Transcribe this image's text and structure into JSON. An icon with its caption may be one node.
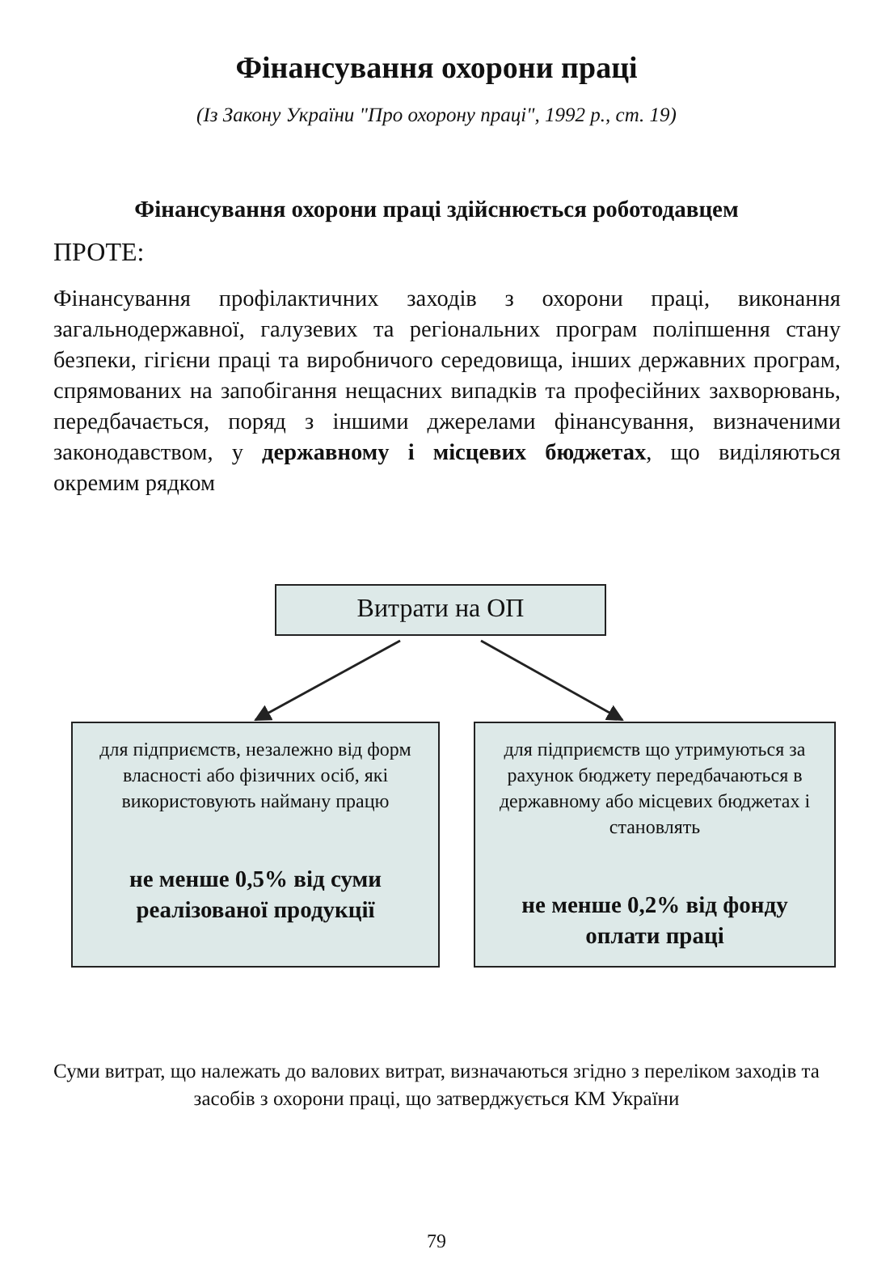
{
  "diagram": {
    "title": "Фінансування охорони праці",
    "nodes": [
      {
        "text": [
          "Витрати на ОП"
        ]
      },
      {
        "text": [
          "для підприємств, незалежно від форм власності або фізичних осіб, які використовують найману працю",
          "не менше 0,5% від суми реалізованої продукції"
        ]
      },
      {
        "text": [
          "для підприємств що утримуються за рахунок бюджету передбачаються в державному або місцевих бюджетах і становлять",
          "не менше 0,2% від фонду оплати праці"
        ]
      }
    ],
    "edges": [
      {
        "from": 0,
        "to": 1,
        "arrow": "to"
      },
      {
        "from": 0,
        "to": 2,
        "arrow": "to"
      }
    ],
    "labels": [
      "(Із Закону України \"Про охорону праці\", 1992 р., ст. 19)",
      "Фінансування охорони праці здійснюється роботодавцем",
      "ПРОТЕ:",
      "Фінансування профілактичних заходів з охорони праці, виконання загальнодержавної, галузевих та регіональних програм поліпшення стану безпеки, гігієни праці та виробничого середовища, інших державних програм, спрямованих на запобігання нещасних випадків та професійних захворювань, передбачається, поряд з іншими джерелами фінансування, визначеними законодавством, у **державному і місцевих бюджетах**, що виділяються окремим рядком",
      "Суми витрат, що належать до валових витрат, визначаються згідно з переліком заходів та засобів з охорони праці, що затверджується КМ України",
      "79"
    ]
  }
}
